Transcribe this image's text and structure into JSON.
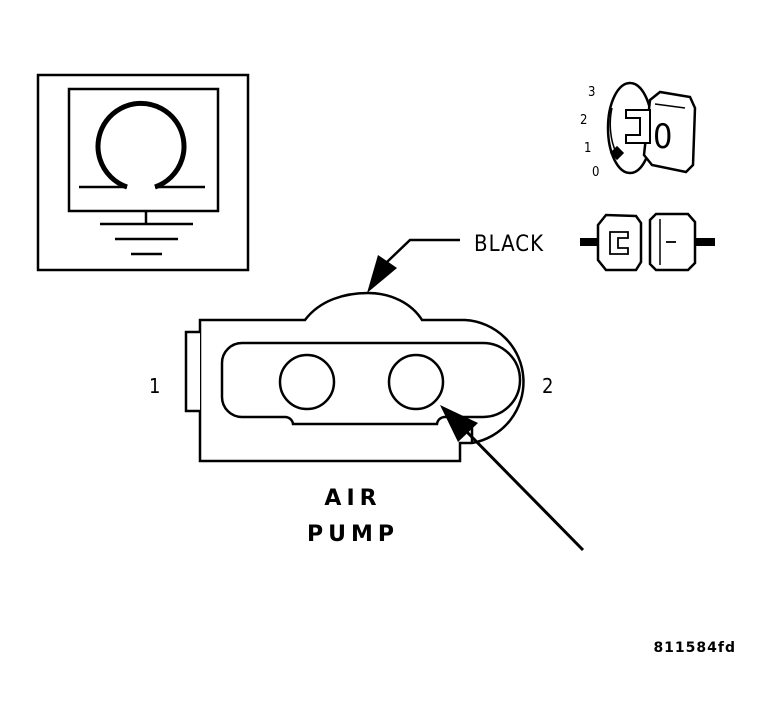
{
  "labels": {
    "wire_color": "BLACK",
    "pin_1": "1",
    "pin_2": "2",
    "component_line1": "AIR",
    "component_line2": "PUMP",
    "figure_id": "811584fd"
  },
  "ignition_key": {
    "positions": [
      "3",
      "2",
      "1",
      "0"
    ],
    "key_label": "0"
  },
  "meter": {
    "symbol": "Ω"
  }
}
